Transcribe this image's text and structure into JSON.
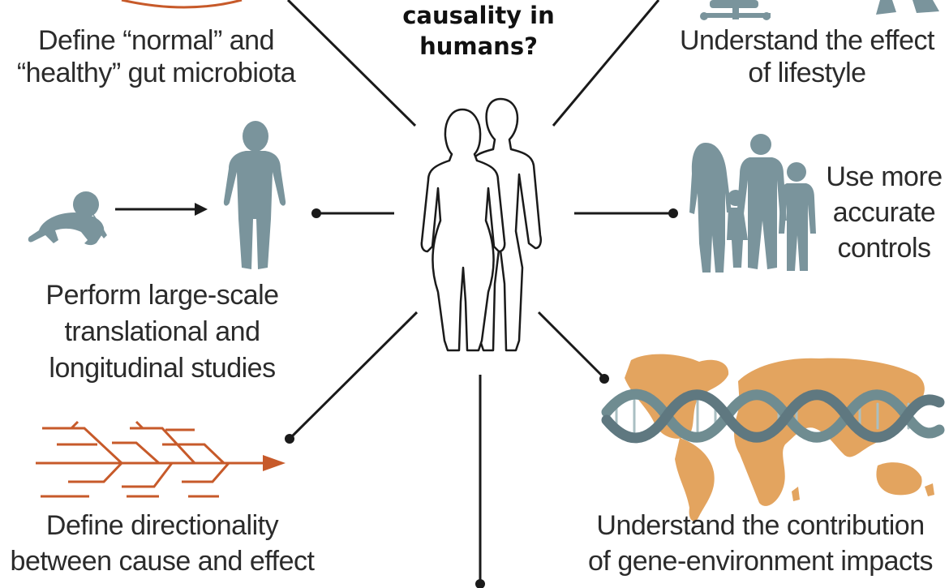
{
  "central_question": [
    "causality in",
    "humans?"
  ],
  "labels": {
    "normal_healthy": [
      "Define “normal” and",
      "“healthy” gut microbiota"
    ],
    "lifestyle": [
      "Understand the effect",
      "of lifestyle"
    ],
    "controls": [
      "Use more",
      "accurate",
      "controls"
    ],
    "longitudinal": [
      "Perform large-scale",
      "translational and",
      "longitudinal studies"
    ],
    "directionality": [
      "Define directionality",
      "between cause and effect"
    ],
    "gene_environment": [
      "Understand the contribution",
      "of gene-environment impacts"
    ]
  },
  "colors": {
    "text": "#2b2b2b",
    "silhouette": "#7a949c",
    "silhouette_dark": "#5f7880",
    "arrow_orange": "#c75a2a",
    "map_orange": "#e3a45f",
    "dna": "#6f8c91",
    "line": "#1a1a1a"
  },
  "icons": [
    "human-outline-icon",
    "baby-crawling-icon",
    "child-standing-icon",
    "family-icon",
    "fishbone-arrow-icon",
    "world-map-icon",
    "dna-helix-icon"
  ]
}
